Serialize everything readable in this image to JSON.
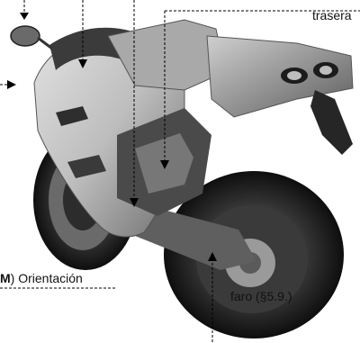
{
  "labels": {
    "rear_callout": "trasera",
    "headlight_callout_letter": "M",
    "headlight_callout_text": ") Orientación",
    "headlight_callout_ref": "faro (§5.9.)"
  },
  "colors": {
    "background": "#ffffff",
    "body_panel": "#c9c9c9",
    "body_shadow": "#7d7d7d",
    "tire": "#1d1d1d",
    "leader_line": "#000000"
  },
  "icons": {
    "illustration": "motorcycle-photo"
  }
}
